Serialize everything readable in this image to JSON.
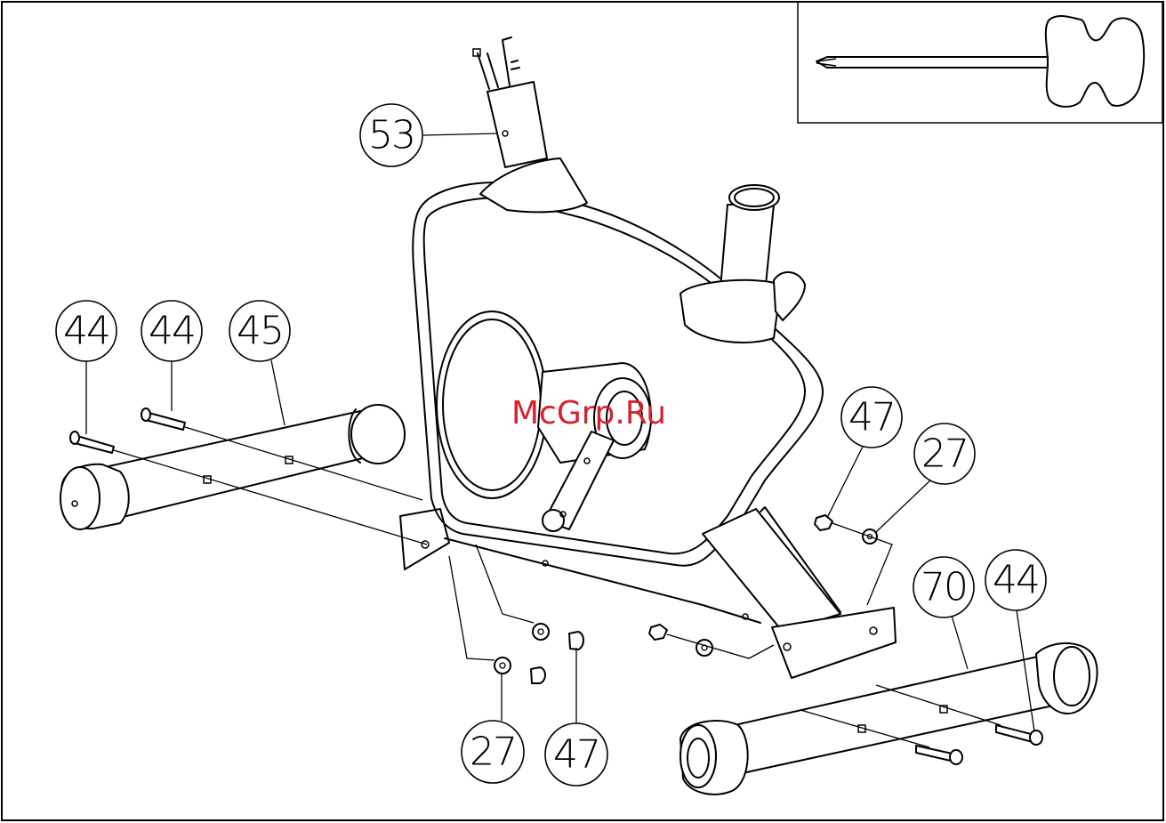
{
  "diagram": {
    "watermark": "McGrp.Ru",
    "watermark_color": "#d6222c",
    "line_color": "#000000",
    "background": "#ffffff",
    "callouts": [
      {
        "id": "c53",
        "label": "53"
      },
      {
        "id": "c44a",
        "label": "44"
      },
      {
        "id": "c44b",
        "label": "44"
      },
      {
        "id": "c45",
        "label": "45"
      },
      {
        "id": "c47a",
        "label": "47"
      },
      {
        "id": "c27a",
        "label": "27"
      },
      {
        "id": "c70",
        "label": "70"
      },
      {
        "id": "c44c",
        "label": "44"
      },
      {
        "id": "c27b",
        "label": "27"
      },
      {
        "id": "c47b",
        "label": "47"
      }
    ],
    "inset_tool": "screwdriver-wrench-icon"
  }
}
